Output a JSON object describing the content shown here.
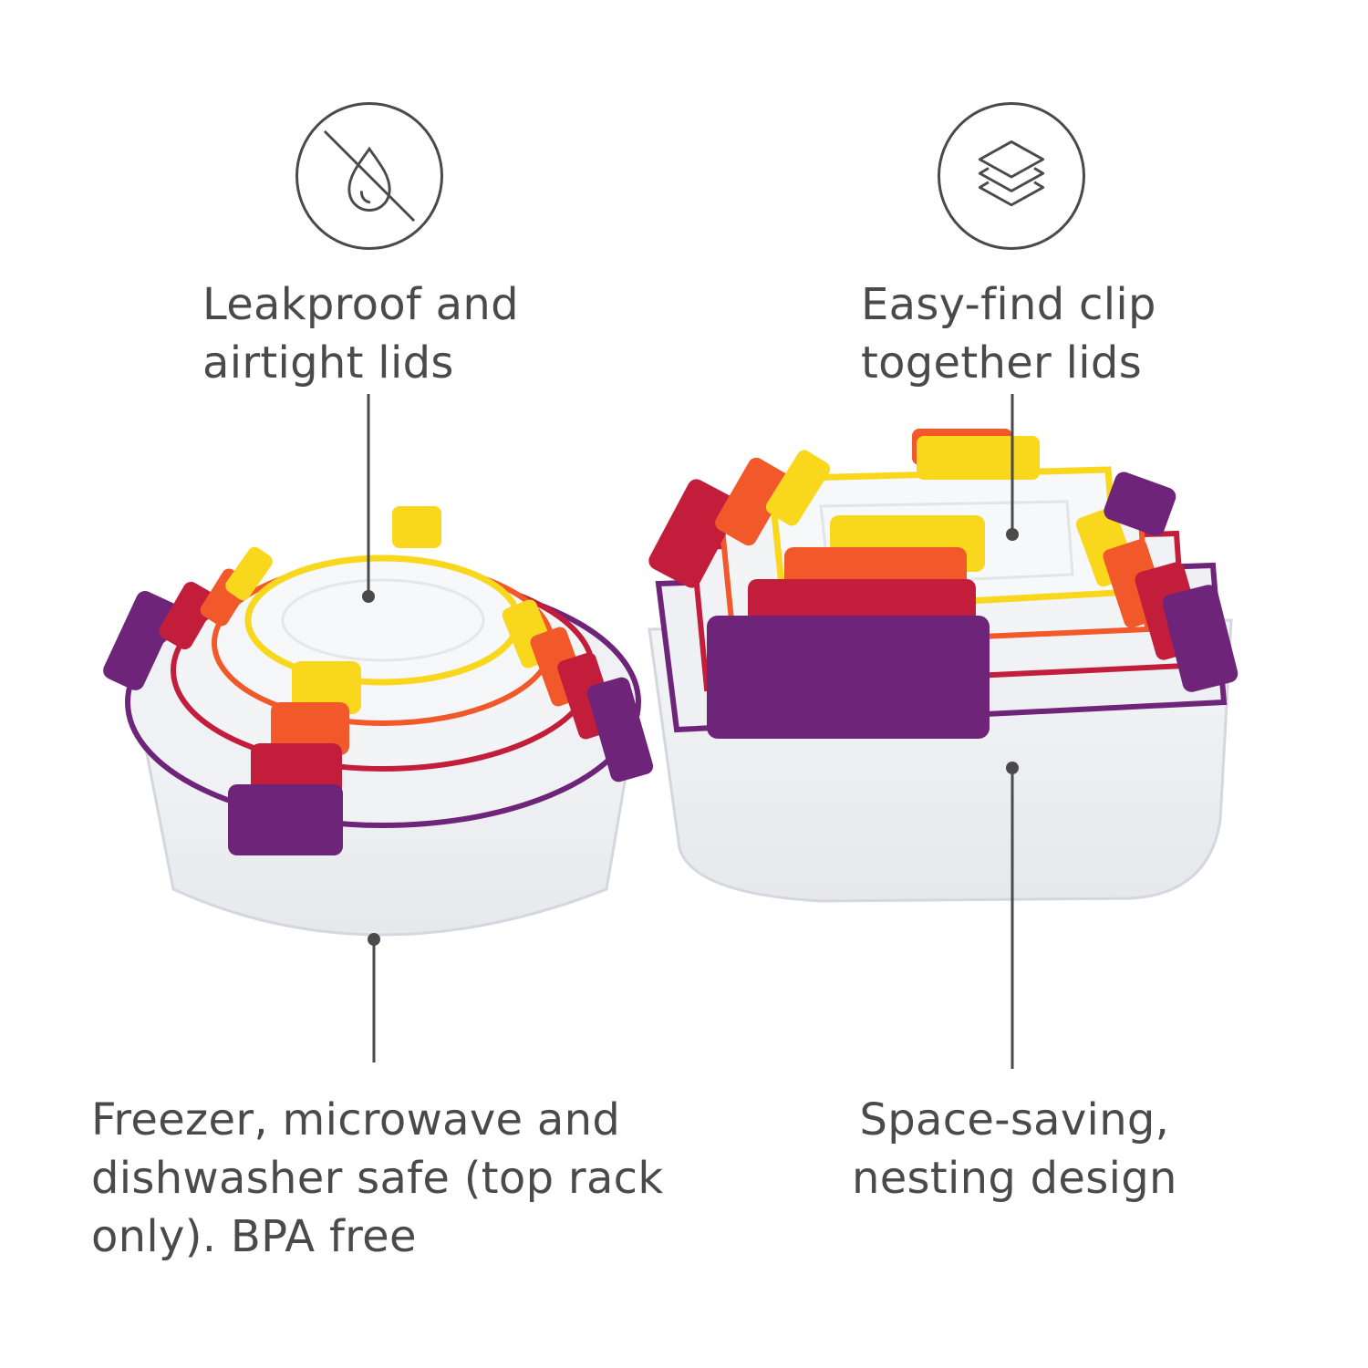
{
  "features": {
    "leakproof": {
      "lines": [
        "Leakproof and",
        "airtight lids"
      ],
      "icon": "no-leak-drop-icon"
    },
    "clip": {
      "lines": [
        "Easy-find clip",
        "together lids"
      ]
    },
    "freezer": {
      "lines": [
        "Freezer, microwave and",
        "dishwasher safe (top rack",
        "only). BPA free"
      ]
    },
    "nesting": {
      "lines": [
        "Space-saving,",
        "nesting design"
      ],
      "icon": "stacked-layers-icon"
    }
  },
  "colors": {
    "text": "#4a4a4a",
    "purple": "#6e2478",
    "red": "#c21e3c",
    "orange": "#f1592a",
    "yellow": "#f9d71c",
    "container": "#eef0f3"
  }
}
